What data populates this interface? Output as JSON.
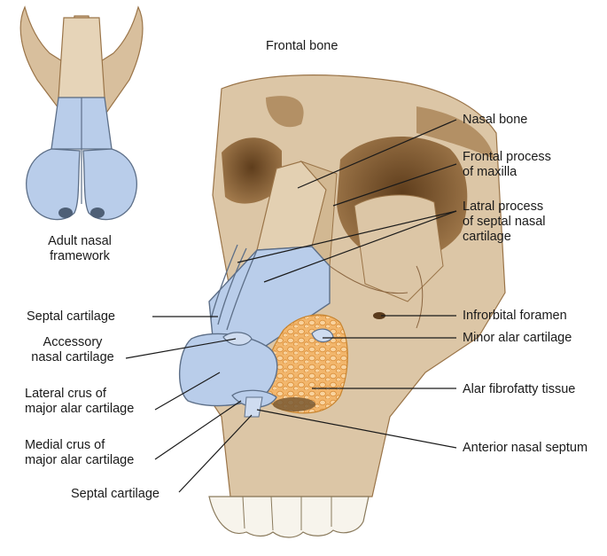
{
  "inset_caption": [
    "Adult nasal",
    "framework"
  ],
  "labels": {
    "frontal_bone": "Frontal bone",
    "nasal_bone": "Nasal bone",
    "frontal_process": [
      "Frontal process",
      "of maxilla"
    ],
    "lateral_process": [
      "Latral process",
      "of septal nasal",
      "cartilage"
    ],
    "infraorbital_foramen": "Infrorbital foramen",
    "minor_alar": "Minor alar cartilage",
    "alar_fibrofatty": "Alar fibrofatty tissue",
    "anterior_septum": "Anterior nasal septum",
    "septal_cartilage_upper": "Septal cartilage",
    "accessory_cartilage": [
      "Accessory",
      "nasal cartilage"
    ],
    "lateral_crus": [
      "Lateral crus of",
      "major alar cartilage"
    ],
    "medial_crus": [
      "Medial crus of",
      "major alar cartilage"
    ],
    "septal_cartilage_lower": "Septal cartilage"
  },
  "colors": {
    "bone": "#d9c2a2",
    "bone_shadow": "#8f6a3d",
    "cartilage": "#b9cdea",
    "cartilage_edge": "#5d6f88",
    "fibrofatty": "#f0b46a",
    "teeth": "#f7f4ec",
    "leader": "#1a1a1a"
  }
}
